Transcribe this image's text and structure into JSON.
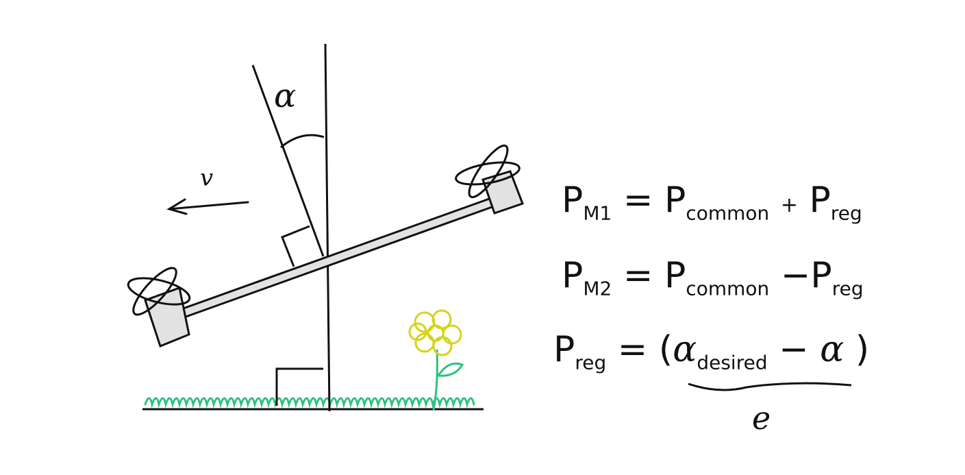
{
  "diagram": {
    "labels": {
      "angle": "α",
      "velocity": "v",
      "error": "e"
    },
    "equations": [
      {
        "lhs": "P",
        "lhs_sub": "M1",
        "rhs": "= P",
        "rhs_sub1": "common",
        "op": "+",
        "rhs2": "P",
        "rhs_sub2": "reg"
      },
      {
        "lhs": "P",
        "lhs_sub": "M2",
        "rhs": "= P",
        "rhs_sub1": "common",
        "op": "−",
        "rhs2": "P",
        "rhs_sub2": "reg"
      }
    ],
    "preg_equation": {
      "lhs": "P",
      "lhs_sub": "reg",
      "equals": "=",
      "open": "(",
      "alpha": "α",
      "alpha_sub": "desired",
      "minus": "−",
      "alpha2": "α",
      "close": ")"
    },
    "colors": {
      "ink": "#111111",
      "grass": "#2ec27e",
      "flower_petals": "#d4d41a",
      "stem": "#2ec27e",
      "motor_fill": "#e2e2e2"
    }
  }
}
